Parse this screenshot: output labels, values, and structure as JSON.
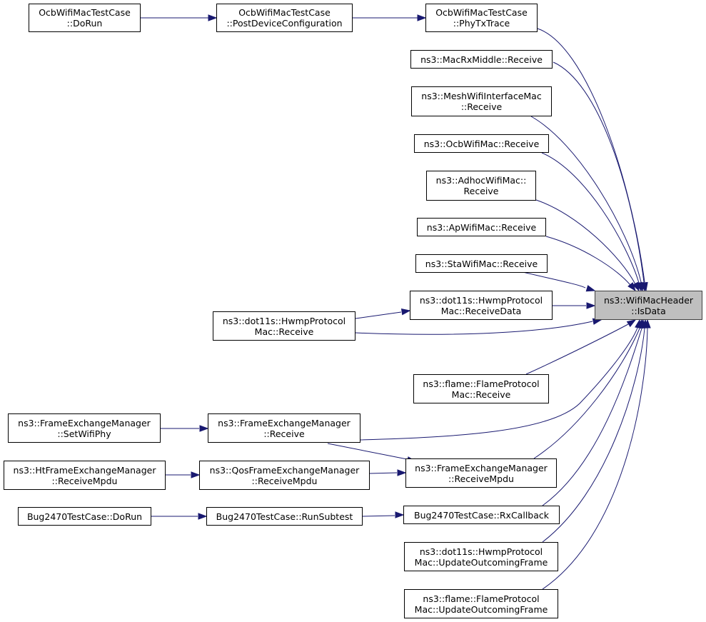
{
  "colors": {
    "edge": "#191970",
    "node_border": "#000000",
    "target_fill": "#bfbfbf"
  },
  "nodes": {
    "ocb_dorun": [
      "OcbWifiMacTestCase",
      "::DoRun"
    ],
    "ocb_postdev": [
      "OcbWifiMacTestCase",
      "::PostDeviceConfiguration"
    ],
    "ocb_phytx": [
      "OcbWifiMacTestCase",
      "::PhyTxTrace"
    ],
    "macrx": [
      "ns3::MacRxMiddle::Receive"
    ],
    "mesh": [
      "ns3::MeshWifiInterfaceMac",
      "::Receive"
    ],
    "ocbmac": [
      "ns3::OcbWifiMac::Receive"
    ],
    "adhoc": [
      "ns3::AdhocWifiMac::",
      "Receive"
    ],
    "ap": [
      "ns3::ApWifiMac::Receive"
    ],
    "sta": [
      "ns3::StaWifiMac::Receive"
    ],
    "hwmp_rd": [
      "ns3::dot11s::HwmpProtocol",
      "Mac::ReceiveData"
    ],
    "hwmp_r": [
      "ns3::dot11s::HwmpProtocol",
      "Mac::Receive"
    ],
    "isdata": [
      "ns3::WifiMacHeader",
      "::IsData"
    ],
    "flame_r": [
      "ns3::flame::FlameProtocol",
      "Mac::Receive"
    ],
    "fem_setphy": [
      "ns3::FrameExchangeManager",
      "::SetWifiPhy"
    ],
    "fem_r": [
      "ns3::FrameExchangeManager",
      "::Receive"
    ],
    "ht_rm": [
      "ns3::HtFrameExchangeManager",
      "::ReceiveMpdu"
    ],
    "qos_rm": [
      "ns3::QosFrameExchangeManager",
      "::ReceiveMpdu"
    ],
    "fem_rm": [
      "ns3::FrameExchangeManager",
      "::ReceiveMpdu"
    ],
    "bug_dorun": [
      "Bug2470TestCase::DoRun"
    ],
    "bug_sub": [
      "Bug2470TestCase::RunSubtest"
    ],
    "bug_rx": [
      "Bug2470TestCase::RxCallback"
    ],
    "hwmp_uof": [
      "ns3::dot11s::HwmpProtocol",
      "Mac::UpdateOutcomingFrame"
    ],
    "flame_uof": [
      "ns3::flame::FlameProtocol",
      "Mac::UpdateOutcomingFrame"
    ]
  },
  "edges": [
    [
      "ocb_dorun",
      "ocb_postdev"
    ],
    [
      "ocb_postdev",
      "ocb_phytx"
    ],
    [
      "ocb_phytx",
      "isdata"
    ],
    [
      "macrx",
      "isdata"
    ],
    [
      "mesh",
      "isdata"
    ],
    [
      "ocbmac",
      "isdata"
    ],
    [
      "adhoc",
      "isdata"
    ],
    [
      "ap",
      "isdata"
    ],
    [
      "sta",
      "isdata"
    ],
    [
      "hwmp_rd",
      "isdata"
    ],
    [
      "hwmp_r",
      "hwmp_rd"
    ],
    [
      "hwmp_r",
      "isdata"
    ],
    [
      "flame_r",
      "isdata"
    ],
    [
      "fem_setphy",
      "fem_r"
    ],
    [
      "fem_r",
      "isdata"
    ],
    [
      "fem_r",
      "fem_rm"
    ],
    [
      "ht_rm",
      "qos_rm"
    ],
    [
      "qos_rm",
      "fem_rm"
    ],
    [
      "fem_rm",
      "isdata"
    ],
    [
      "bug_dorun",
      "bug_sub"
    ],
    [
      "bug_sub",
      "bug_rx"
    ],
    [
      "bug_rx",
      "isdata"
    ],
    [
      "hwmp_uof",
      "isdata"
    ],
    [
      "flame_uof",
      "isdata"
    ]
  ]
}
